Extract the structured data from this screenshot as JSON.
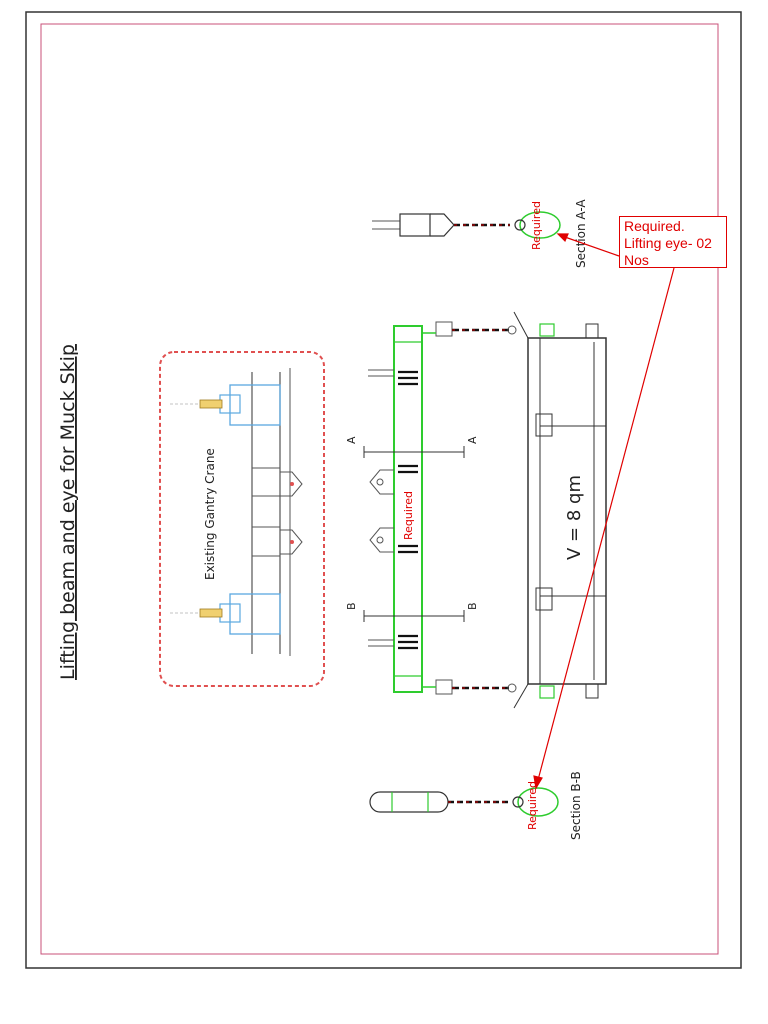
{
  "drawing": {
    "title": "Lifting beam and eye for Muck Skip",
    "crane_label": "Existing Gantry Crane",
    "volume_label": "V = 8 qm",
    "section_aa": "Section A-A",
    "section_bb": "Section B-B",
    "marker_a": "A",
    "marker_b": "B",
    "required_beam": "Required",
    "required_aa": "Required",
    "required_bb": "Required"
  },
  "callout": {
    "line1": "Required.",
    "line2": "Lifting eye- 02",
    "line3": "Nos"
  },
  "colors": {
    "border": "#333333",
    "frame_inner": "#c8507a",
    "crane_outline": "#e05050",
    "beam": "#2ecc2e",
    "annotation": "#e00000",
    "crane_blue": "#5aa8e0"
  }
}
